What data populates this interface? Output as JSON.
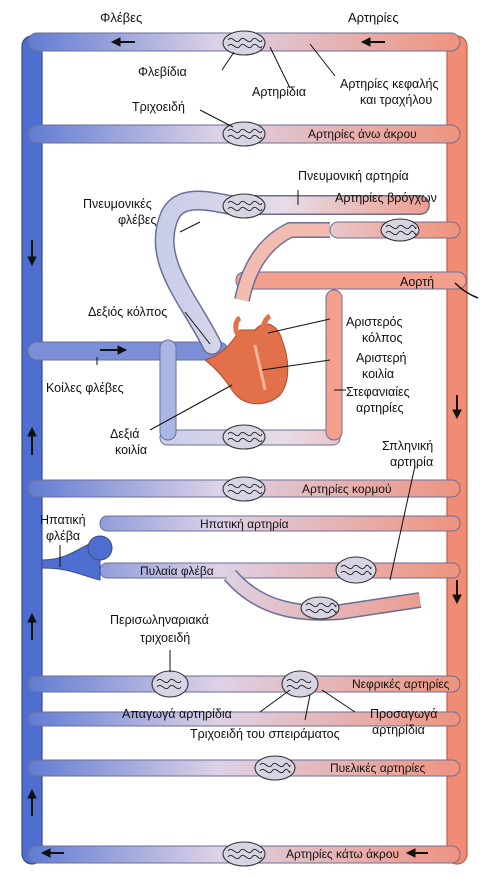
{
  "labels": {
    "veins": "Φλέβες",
    "arteries": "Αρτηρίες",
    "venules": "Φλεβίδια",
    "arterioles": "Αρτηρίδια",
    "head_neck_arteries_1": "Αρτηρίες κεφαλής",
    "head_neck_arteries_2": "και τραχήλου",
    "capillaries": "Τριχοειδή",
    "upper_limb_arteries": "Αρτηρίες άνω άκρου",
    "pulmonary_artery": "Πνευμονική αρτηρία",
    "pulmonary_veins_1": "Πνευμονικές",
    "pulmonary_veins_2": "φλέβες",
    "bronchial_arteries": "Αρτηρίες βρόγχων",
    "aorta": "Αορτή",
    "right_atrium": "Δεξιός κόλπος",
    "left_atrium_1": "Αριστερός",
    "left_atrium_2": "κόλπος",
    "left_ventricle_1": "Αριστερή",
    "left_ventricle_2": "κοιλία",
    "vena_cava": "Κοίλες φλέβες",
    "coronary_arteries_1": "Στεφανιαίες",
    "coronary_arteries_2": "αρτηρίες",
    "right_ventricle_1": "Δεξιά",
    "right_ventricle_2": "κοιλία",
    "splenic_artery_1": "Σπληνική",
    "splenic_artery_2": "αρτηρία",
    "trunk_arteries": "Αρτηρίες κορμού",
    "hepatic_vein_1": "Ηπατική",
    "hepatic_vein_2": "φλέβα",
    "hepatic_artery": "Ηπατική αρτηρία",
    "portal_vein": "Πυλαία φλέβα",
    "peritubular_capillaries_1": "Περισωληναριακά",
    "peritubular_capillaries_2": "τριχοειδή",
    "renal_arteries": "Νεφρικές αρτηρίες",
    "efferent_arterioles": "Απαγωγά αρτηρίδια",
    "afferent_arterioles_1": "Προσαγωγά",
    "afferent_arterioles_2": "αρτηρίδια",
    "glomerular_capillaries": "Τριχοειδή του σπειράματος",
    "pelvic_arteries": "Πυελικές αρτηρίες",
    "lower_limb_arteries": "Αρτηρίες κάτω άκρου"
  },
  "colors": {
    "venous_blue": "#4f6fd0",
    "arterial_red": "#f08c73",
    "heart": "#e2704a",
    "capillary_fill": "#d8d4e4"
  }
}
